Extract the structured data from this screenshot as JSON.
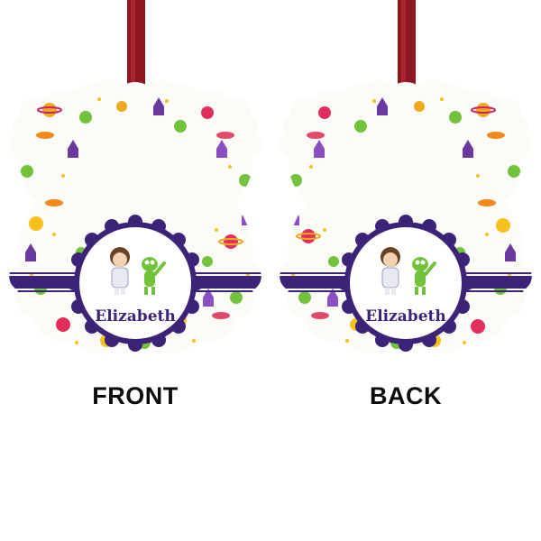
{
  "front": {
    "label": "FRONT",
    "name": "Elizabeth"
  },
  "back": {
    "label": "BACK",
    "name": "Elizabeth"
  },
  "colors": {
    "ribbon": "#8e1620",
    "band": "#3d2378",
    "name": "#3d2378",
    "scallop_border": "#3d2378",
    "ornament_bg": "#fbfbf7",
    "label": "#0c0c0c"
  },
  "icons": [
    "ribbon-hanger",
    "rocket-icon",
    "alien-icon",
    "planet-icon",
    "ufo-icon",
    "star-dot-icon",
    "astronaut-girl-icon"
  ]
}
